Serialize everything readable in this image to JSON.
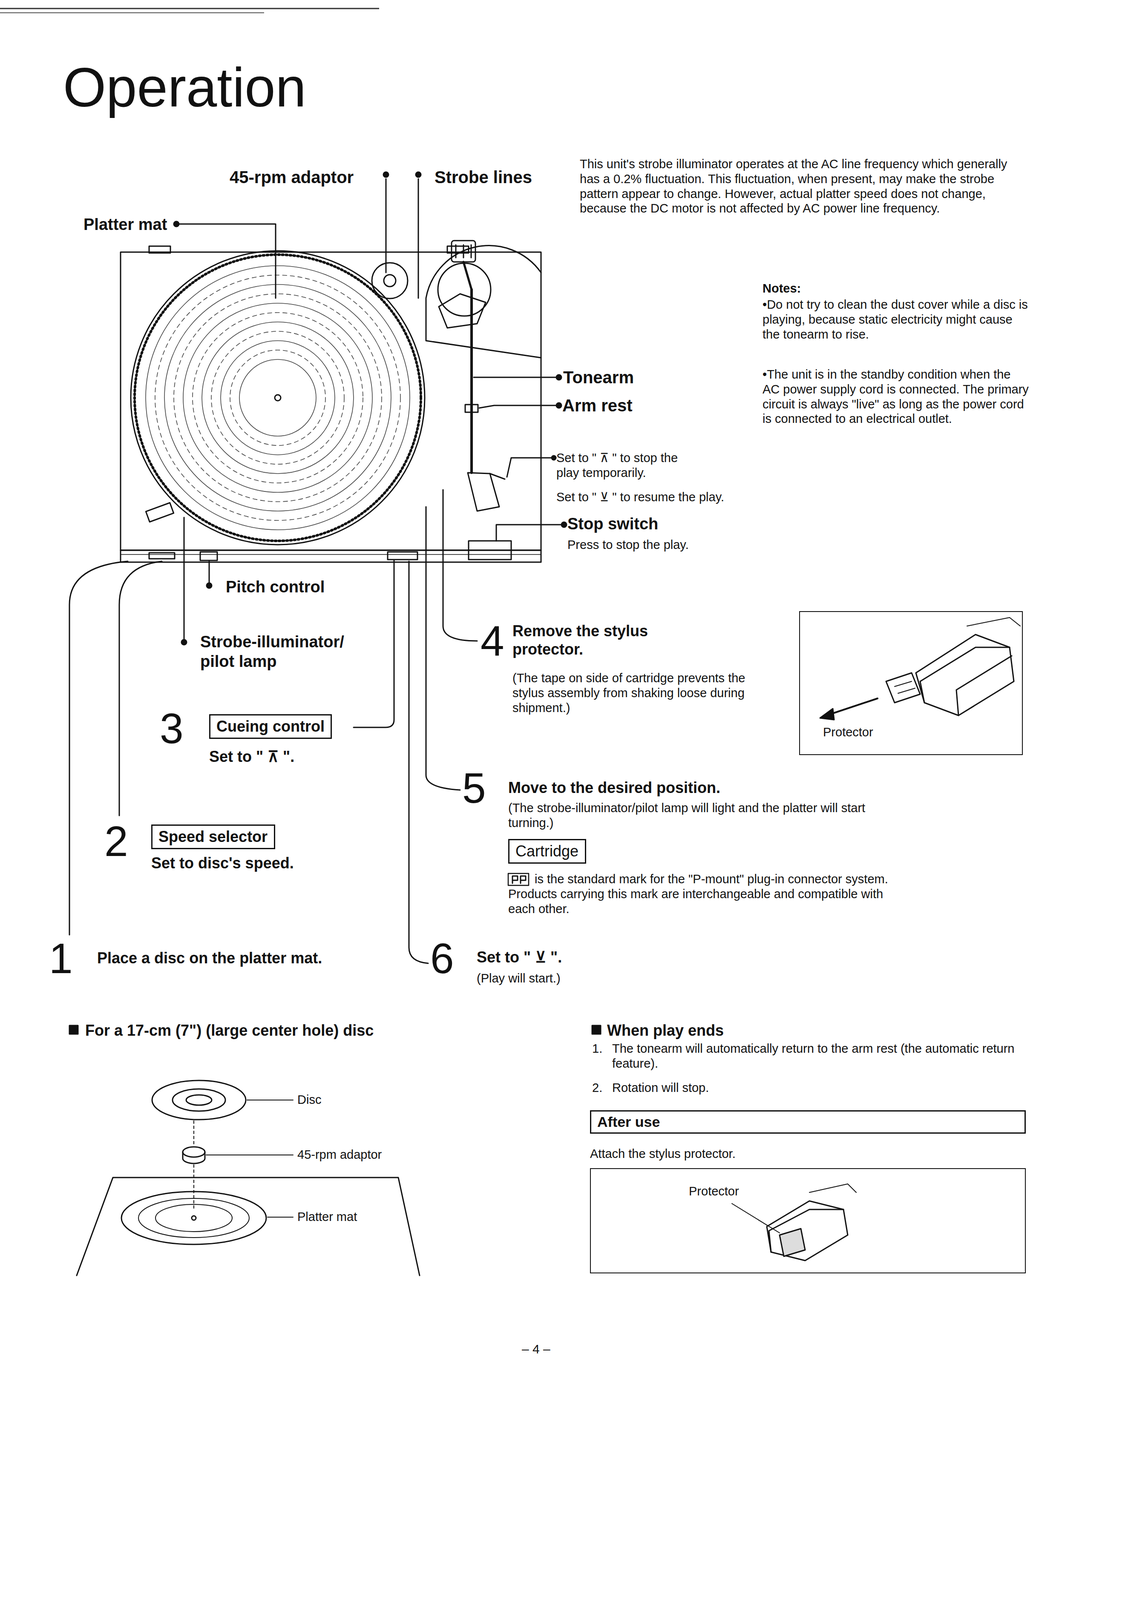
{
  "diagram": {
    "title": "Operation",
    "nodes": [
      {
        "text": [
          "Cueing control"
        ]
      },
      {
        "text": [
          "Speed selector"
        ]
      },
      {
        "text": [
          "Cartridge"
        ]
      },
      {
        "text": [
          "After use"
        ]
      },
      {
        "text": [
          "Protector"
        ]
      },
      {
        "text": [
          "Protector"
        ]
      }
    ],
    "labels": [
      "45-rpm adaptor",
      "Strobe lines",
      "Platter mat",
      "This unit's strobe illuminator operates at the AC line frequency which generally has a 0.2% fluctuation. This fluctuation, when present, may make the strobe pattern appear to change. However, actual platter speed does not change, because the DC motor is not affected by AC power line frequency.",
      "Notes:",
      "•Do not try to clean the dust cover while a disc is playing, because static electricity might cause the tonearm to rise.",
      "•The unit is in the standby condition when the AC power supply cord is connected. The primary circuit is always \"live\" as long as the power cord is connected to an electrical outlet.",
      "Tonearm",
      "Arm rest",
      "Set to \" ⊼ \" to stop the play temporarily.",
      "Set to \" ⊻ \" to resume the play.",
      "Stop switch",
      "Press to stop the play.",
      "Pitch control",
      "Strobe-illuminator/ pilot lamp",
      "3",
      "Set to \" ⊼ \".",
      "2",
      "Set to disc's speed.",
      "1",
      "Place a disc on the platter mat.",
      "4",
      "Remove the stylus protector.",
      "(The tape on side of cartridge prevents the stylus assembly from shaking loose during shipment.)",
      "5",
      "Move to the desired position.",
      "(The strobe-illuminator/pilot lamp will light and the platter will start turning.)",
      "is the standard mark for the \"P-mount\" plug-in connector system. Products carrying this mark are interchangeable and compatible with each other.",
      "6",
      "Set to \" ⊻ \".",
      "(Play will start.)",
      "For a 17-cm (7\") (large center hole) disc",
      "Disc",
      "45-rpm adaptor",
      "Platter mat",
      "When play ends",
      "1.",
      "The tonearm will automatically return to the arm rest (the automatic return feature).",
      "2.",
      "Rotation will stop.",
      "Attach the stylus protector.",
      "– 4 –"
    ]
  }
}
